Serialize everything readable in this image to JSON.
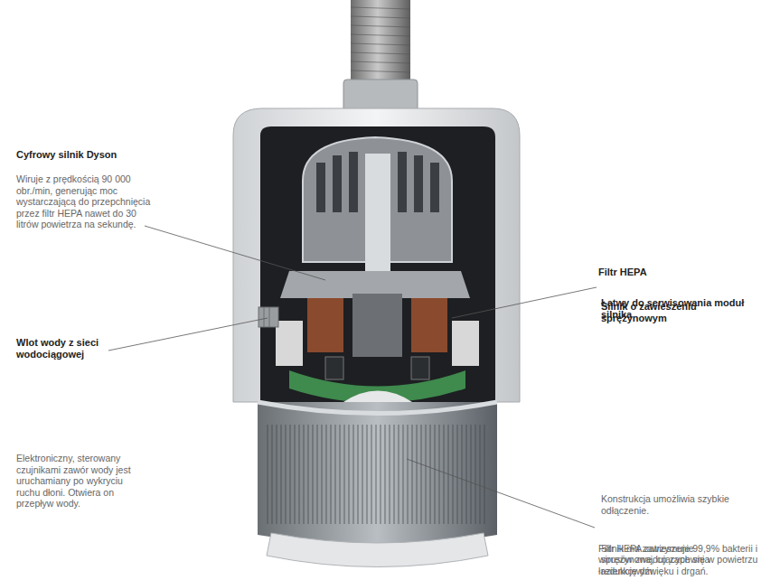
{
  "diagram": {
    "labels": [
      "Cyfrowy silnik Dyson",
      "Wiruje z prędkością 90 000 obr./min, generując moc wystarczającą do przepchnięcia przez filtr HEPA nawet do 30 litrów powietrza na sekundę.",
      "Wlot wody z sieci wodociągowej",
      "Elektroniczny, sterowany czujnikami zawór wody jest uruchamiany po wykryciu ruchu dłoni. Otwiera on przepływ wody.",
      "Łatwy do serwisowania moduł silnika",
      "Konstrukcja umożliwia szybkie odłączenie.",
      "Silnik o zawieszeniu sprężynowym",
      "Silnik ma zawieszenie sprężynowe, co zapewnia redukcję dźwięku i drgań.",
      "Filtr HEPA",
      "Filtr HEPA zatrzymuje 99,9% bakterii i wirusów znajdujących się w powietrzu łazienkowym."
    ]
  }
}
